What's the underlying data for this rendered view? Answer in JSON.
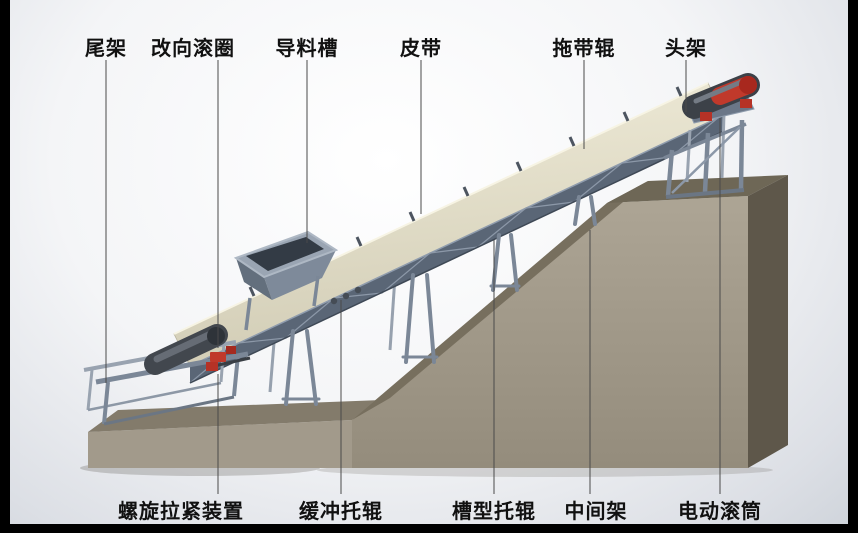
{
  "figure": {
    "type": "labeled-3d-diagram",
    "subject": "belt conveyor structure diagram"
  },
  "labels": {
    "top": [
      {
        "id": "tail-frame",
        "text": "尾架"
      },
      {
        "id": "bend-pulley",
        "text": "改向滚圈"
      },
      {
        "id": "guide-chute",
        "text": "导料槽"
      },
      {
        "id": "belt",
        "text": "皮带"
      },
      {
        "id": "return-roller",
        "text": "拖带辊"
      },
      {
        "id": "head-frame",
        "text": "头架"
      }
    ],
    "bottom": [
      {
        "id": "screw-tensioner",
        "text": "螺旋拉紧装置"
      },
      {
        "id": "buffer-idler",
        "text": "缓冲托辊"
      },
      {
        "id": "trough-idler",
        "text": "槽型托辊"
      },
      {
        "id": "middle-frame",
        "text": "中间架"
      },
      {
        "id": "motor-pulley",
        "text": "电动滚筒"
      }
    ]
  },
  "palette": {
    "label_text": "#111111",
    "leader_line": "#4a4a4a",
    "belt_surface": "#e9e5d1",
    "steel_frame": "#7b8797",
    "drum_dark": "#3c4148",
    "drum_red": "#c0392b",
    "concrete_front": "#a29a8b",
    "concrete_top": "#776f5e",
    "frame_bar": "#000000"
  }
}
